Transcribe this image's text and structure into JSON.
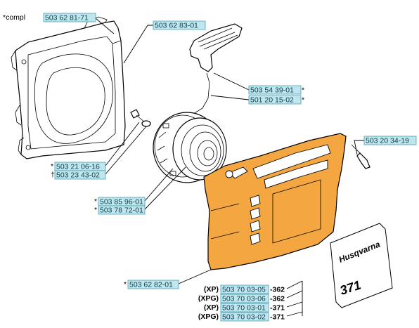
{
  "diagram": {
    "prefix": "*compl",
    "parts": {
      "fan_housing_compl": "503 62 81-71",
      "fan_housing": "503 62 83-01",
      "starter_handle": "503 54 39-01",
      "starter_handle_suffix": "*",
      "starter_rope": "501 20 15-02",
      "starter_rope_suffix": "*",
      "screw_right": "503 20 34-19",
      "screw_left_a": "503 21 06-16",
      "screw_left_a_prefix": "*",
      "screw_left_b": "503 23 43-02",
      "screw_left_b_prefix": "†",
      "pulley": "503 85 96-01",
      "pulley_prefix": "*",
      "spring": "503 78 72-01",
      "spring_prefix": "*",
      "starter_cover": "503 62 82-01",
      "starter_cover_prefix": "*"
    },
    "decals": [
      {
        "variant": "(XP)",
        "part": "503 70 03-05",
        "model": "-362"
      },
      {
        "variant": "(XPG)",
        "part": "503 70 03-06",
        "model": "-362"
      },
      {
        "variant": "(XP)",
        "part": "503 70 03-01",
        "model": "-371"
      },
      {
        "variant": "(XPG)",
        "part": "503 70 03-02",
        "model": "-371"
      }
    ],
    "decal_brand": "Husqvarna",
    "decal_model": "371"
  },
  "colors": {
    "cover_fill": "#f4a640",
    "label_fill": "#bfe6ee",
    "label_border": "#4a9fb1"
  }
}
